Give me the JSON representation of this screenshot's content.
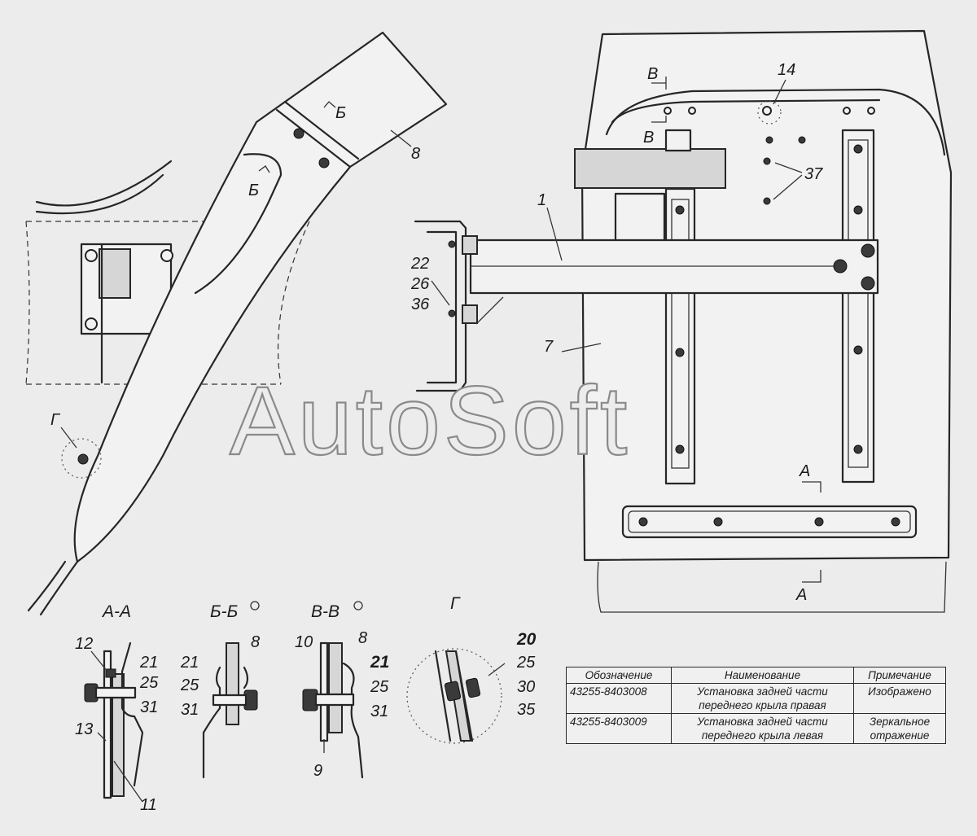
{
  "watermark": "AutoSoft",
  "views": {
    "section_aa": "А-А",
    "section_bb": "Б-Б",
    "section_vv": "В-В",
    "detail_g": "Г"
  },
  "main_view_labels": {
    "item_1": "1",
    "item_7": "7",
    "item_8": "8",
    "item_14": "14",
    "item_37": "37",
    "item_22": "22",
    "item_26": "26",
    "item_36": "36",
    "cut_b_top": "Б",
    "cut_b_left": "Б",
    "cut_v_top": "В",
    "cut_v_bottom": "В",
    "cut_a_top": "А",
    "cut_a_bottom": "А",
    "detail_g_marker": "Г"
  },
  "section_aa_labels": [
    "12",
    "21",
    "25",
    "31",
    "13",
    "11"
  ],
  "section_bb_labels": [
    "8",
    "21",
    "25",
    "31"
  ],
  "section_vv_labels": [
    "10",
    "8",
    "21",
    "25",
    "31",
    "9"
  ],
  "detail_g_labels": [
    "20",
    "25",
    "30",
    "35"
  ],
  "spec_table": {
    "headers": [
      "Обозначение",
      "Наименование",
      "Примечание"
    ],
    "rows": [
      {
        "designation": "43255-8403008",
        "name": "Установка задней части переднего крыла правая",
        "note": "Изображено"
      },
      {
        "designation": "43255-8403009",
        "name": "Установка задней части переднего крыла левая",
        "note": "Зеркальное отражение"
      }
    ]
  }
}
